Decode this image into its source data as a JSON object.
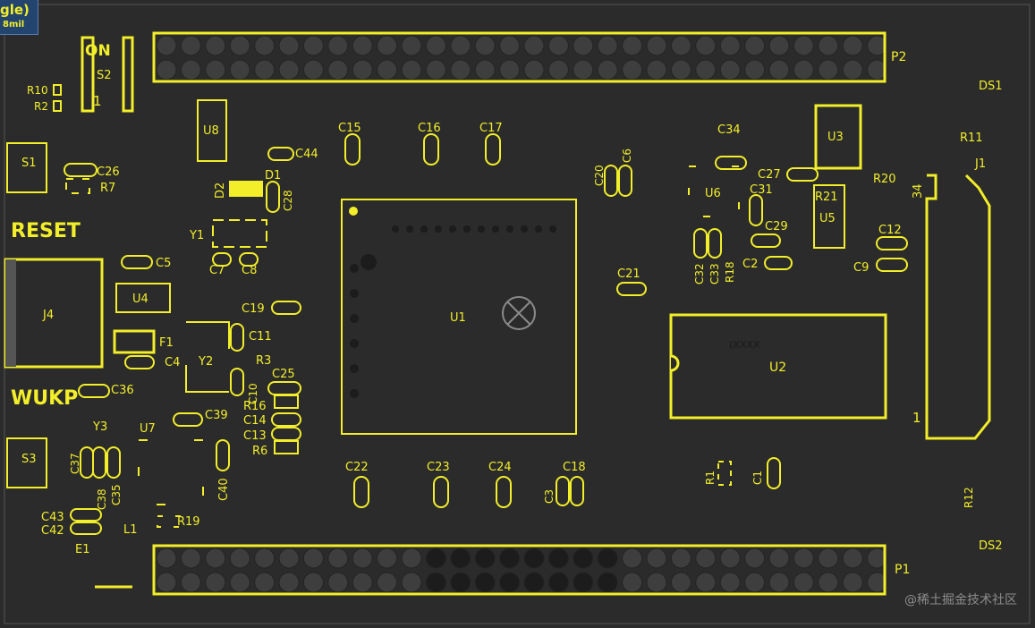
{
  "toolbar": {
    "mode_label": "gle)",
    "rule_label": "8mil"
  },
  "watermark": "@稀土掘金技术社区",
  "colors": {
    "board": "#2b2b2b",
    "silk": "#f2ee2a",
    "pad": "#3e3e3e",
    "pad_dark": "#1c1c1c"
  },
  "labels": {
    "on": "ON",
    "s2": "S2",
    "one_a": "1",
    "r10": "R10",
    "r2": "R2",
    "s1": "S1",
    "c26": "C26",
    "r7": "R7",
    "reset": "RESET",
    "j4": "J4",
    "c5": "C5",
    "u4": "U4",
    "f1": "F1",
    "c4": "C4",
    "c36": "C36",
    "wukp": "WUKP",
    "y3": "Y3",
    "u7": "U7",
    "s3": "S3",
    "c37": "C37",
    "c38": "C38",
    "c35": "C35",
    "c43": "C43",
    "c42": "C42",
    "l1": "L1",
    "e1": "E1",
    "r19": "R19",
    "u8": "U8",
    "c44": "C44",
    "d1": "D1",
    "d2": "D2",
    "c28": "C28",
    "y1": "Y1",
    "c7": "C7",
    "c8": "C8",
    "c19": "C19",
    "y2": "Y2",
    "c11": "C11",
    "r3": "R3",
    "c10": "C10",
    "c25": "C25",
    "r16": "R16",
    "c14": "C14",
    "c13": "C13",
    "r6": "R6",
    "c39": "C39",
    "c40": "C40",
    "c15": "C15",
    "c16": "C16",
    "c17": "C17",
    "u1": "U1",
    "c22": "C22",
    "c23": "C23",
    "c24": "C24",
    "c18": "C18",
    "c3": "C3",
    "c20": "C20",
    "c6": "C6",
    "c21": "C21",
    "c34": "C34",
    "u6": "U6",
    "c31": "C31",
    "c29": "C29",
    "c32": "C32",
    "c33": "C33",
    "r18": "R18",
    "c2": "C2",
    "c27": "C27",
    "u3": "U3",
    "r21": "R21",
    "u5": "U5",
    "r20": "R20",
    "c12": "C12",
    "c9": "C9",
    "u2": "U2",
    "xxxx": "(XXXX",
    "r1": "R1",
    "c1": "C1",
    "p2": "P2",
    "p1": "P1",
    "ds1": "DS1",
    "r11": "R11",
    "j1": "J1",
    "thirty4": "34",
    "one_b": "1",
    "r12": "R12",
    "ds2": "DS2"
  }
}
